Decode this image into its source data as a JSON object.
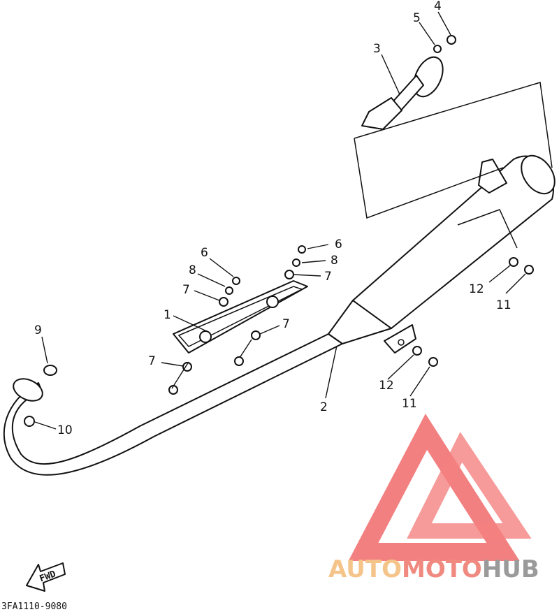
{
  "callouts": {
    "c1": "1",
    "c2": "2",
    "c3": "3",
    "c4": "4",
    "c5": "5",
    "c6a": "6",
    "c6b": "6",
    "c7a": "7",
    "c7b": "7",
    "c7c": "7",
    "c7d": "7",
    "c8a": "8",
    "c8b": "8",
    "c9": "9",
    "c10": "10",
    "c11a": "11",
    "c11b": "11",
    "c12a": "12",
    "c12b": "12"
  },
  "fwd_label": "FWD",
  "diagram_code": "3FA1110-9080",
  "watermark": {
    "text_part1": "AUTO",
    "text_part2": "MOTO",
    "text_part3": "HUB",
    "color_part1": "#f5c48a",
    "color_part2": "#f08a80",
    "color_part3": "#9a9a9a",
    "logo_color": "#f26b6b"
  }
}
